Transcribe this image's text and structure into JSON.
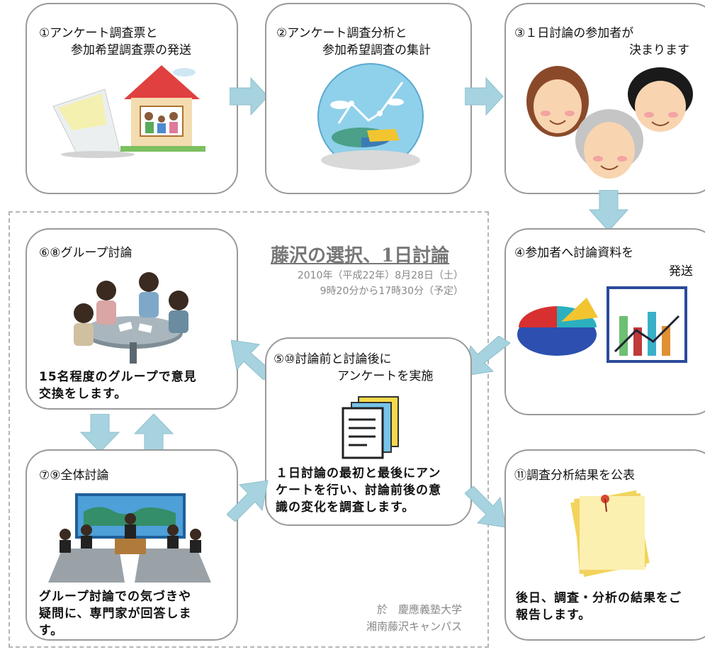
{
  "steps": {
    "s1": {
      "l1": "①アンケート調査票と",
      "l2": "参加希望調査票の発送"
    },
    "s2": {
      "l1": "②アンケート調査分析と",
      "l2": "参加希望調査の集計"
    },
    "s3": {
      "l1": "③１日討論の参加者が",
      "l2": "決まります"
    },
    "s4": {
      "l1": "④参加者へ討論資料を",
      "l2": "発送"
    },
    "s5": {
      "l1": "⑤⑩討論前と討論後に",
      "l2": "アンケートを実施",
      "b1": "１日討論の最初と最後にアン",
      "b2": "ケートを行い、討論前後の意",
      "b3": "識の変化を調査します。"
    },
    "s6": {
      "l1": "⑥⑧グループ討論",
      "b1": "15名程度のグループで意見",
      "b2": "交換をします。"
    },
    "s7": {
      "l1": "⑦⑨全体討論",
      "b1": "グループ討論での気づきや",
      "b2": "疑問に、専門家が回答しま",
      "b3": "す。"
    },
    "s11": {
      "l1": "⑪調査分析結果を公表",
      "b1": "後日、調査・分析の結果をご",
      "b2": "報告します。"
    }
  },
  "event": {
    "title": "藤沢の選択、1日討論",
    "date": "2010年（平成22年）8月28日（土）",
    "time": "9時20分から17時30分（予定）",
    "venue1": "於　慶應義塾大学",
    "venue2": "湘南藤沢キャンパス"
  },
  "colors": {
    "arrow": "#a6d3df",
    "border": "#9a9a9a",
    "dash": "#b5b5b5"
  }
}
